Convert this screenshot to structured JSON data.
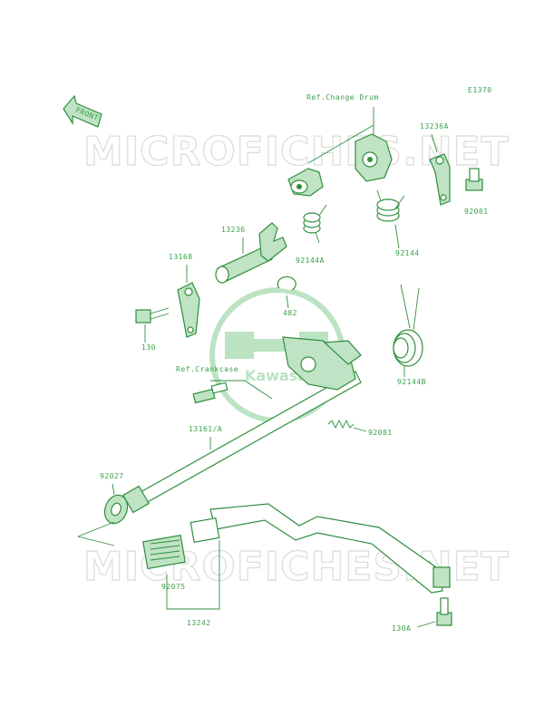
{
  "diagram_code": "E1370",
  "front_tag": "FRONT",
  "watermark": {
    "top": "MICROFICHES.NET",
    "bottom": "MICROFICHES.NET",
    "logo_text": "Kawasaki"
  },
  "labels": {
    "ref_change_drum": "Ref.Change Drum",
    "p13236a": "13236A",
    "p92001": "92001",
    "p92144": "92144",
    "p92144a": "92144A",
    "p13236": "13236",
    "p13168": "13168",
    "p130": "130",
    "p482": "482",
    "ref_crankcase": "Ref.Crankcase",
    "p92144b": "92144B",
    "p92081": "92081",
    "p13161a": "13161/A",
    "p92027": "92027",
    "p92075": "92075",
    "p13242": "13242",
    "p130a": "130A"
  },
  "colors": {
    "line": "#2f8f3d",
    "label": "#3aa24a",
    "fill": "#bfe3c4",
    "watermark": "#d9dcd9",
    "logo": "#8fd19a"
  }
}
